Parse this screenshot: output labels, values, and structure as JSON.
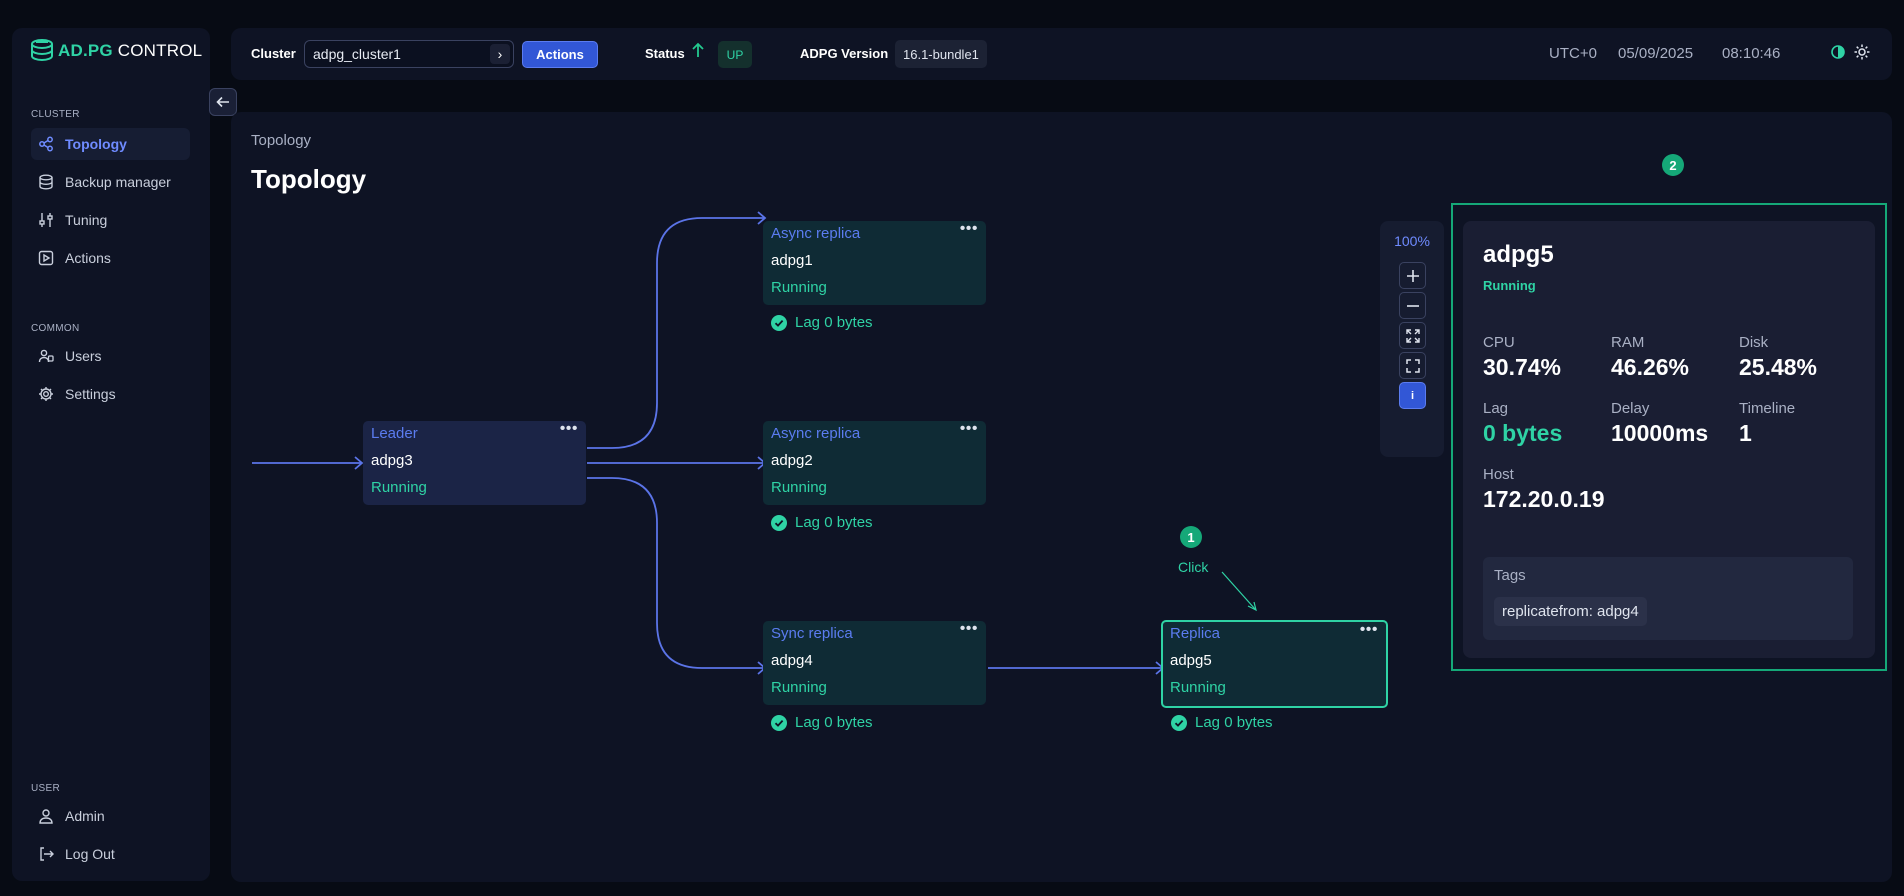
{
  "app": {
    "logo_brand": "AD.PG",
    "logo_suffix": "CONTROL"
  },
  "sidebar": {
    "cluster_section": "CLUSTER",
    "cluster_items": [
      {
        "label": "Topology",
        "icon": "topology-icon",
        "active": true
      },
      {
        "label": "Backup manager",
        "icon": "database-icon",
        "active": false
      },
      {
        "label": "Tuning",
        "icon": "sliders-icon",
        "active": false
      },
      {
        "label": "Actions",
        "icon": "play-square-icon",
        "active": false
      }
    ],
    "common_section": "COMMON",
    "common_items": [
      {
        "label": "Users",
        "icon": "users-icon"
      },
      {
        "label": "Settings",
        "icon": "gear-icon"
      }
    ],
    "user_section": "USER",
    "user_items": [
      {
        "label": "Admin",
        "icon": "user-icon"
      },
      {
        "label": "Log Out",
        "icon": "logout-icon"
      }
    ]
  },
  "header": {
    "cluster_label": "Cluster",
    "cluster_value": "adpg_cluster1",
    "actions_label": "Actions",
    "status_label": "Status",
    "status_value": "UP",
    "version_label": "ADPG Version",
    "version_value": "16.1-bundle1",
    "timezone": "UTC+0",
    "date": "05/09/2025",
    "time": "08:10:46"
  },
  "main": {
    "breadcrumb": "Topology",
    "title": "Topology"
  },
  "topology": {
    "leader": {
      "type": "Leader",
      "name": "adpg3",
      "state": "Running"
    },
    "nodes": [
      {
        "type": "Async replica",
        "name": "adpg1",
        "state": "Running",
        "lag": "Lag 0 bytes"
      },
      {
        "type": "Async replica",
        "name": "adpg2",
        "state": "Running",
        "lag": "Lag 0 bytes"
      },
      {
        "type": "Sync replica",
        "name": "adpg4",
        "state": "Running",
        "lag": "Lag 0 bytes"
      },
      {
        "type": "Replica",
        "name": "adpg5",
        "state": "Running",
        "lag": "Lag 0 bytes"
      }
    ],
    "more_glyph": "•••"
  },
  "annotations": {
    "step1": "1",
    "step1_note": "Click",
    "step2": "2"
  },
  "zoom": {
    "level": "100%",
    "info_glyph": "i"
  },
  "details": {
    "name": "adpg5",
    "state": "Running",
    "metrics": [
      {
        "label": "CPU",
        "value": "30.74%"
      },
      {
        "label": "RAM",
        "value": "46.26%"
      },
      {
        "label": "Disk",
        "value": "25.48%"
      },
      {
        "label": "Lag",
        "value": "0 bytes"
      },
      {
        "label": "Delay",
        "value": "10000ms"
      },
      {
        "label": "Timeline",
        "value": "1"
      },
      {
        "label": "Host",
        "value": "172.20.0.19"
      }
    ],
    "tags_title": "Tags",
    "tags": [
      "replicatefrom: adpg4"
    ]
  },
  "colors": {
    "accent_blue": "#5b7cf0",
    "accent_green": "#2fd3a5",
    "edge": "#5b74e8"
  }
}
